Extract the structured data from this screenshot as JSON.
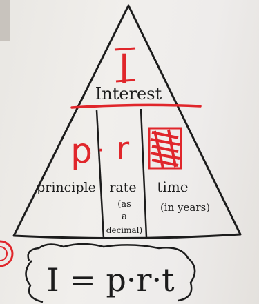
{
  "top_letter": "I",
  "interest_label": "Interest",
  "variables": {
    "p": "p",
    "dot1": "·",
    "r": "r"
  },
  "columns": {
    "principle": "principle",
    "rate": "rate",
    "rate_note_1": "(as",
    "rate_note_2": "a",
    "rate_note_3": "decimal)",
    "time": "time",
    "time_note": "(in years)"
  },
  "formula": "I = p·r·t",
  "colors": {
    "ink": "#1c1c1c",
    "red": "#e0262b",
    "wall": "#eeece9"
  }
}
